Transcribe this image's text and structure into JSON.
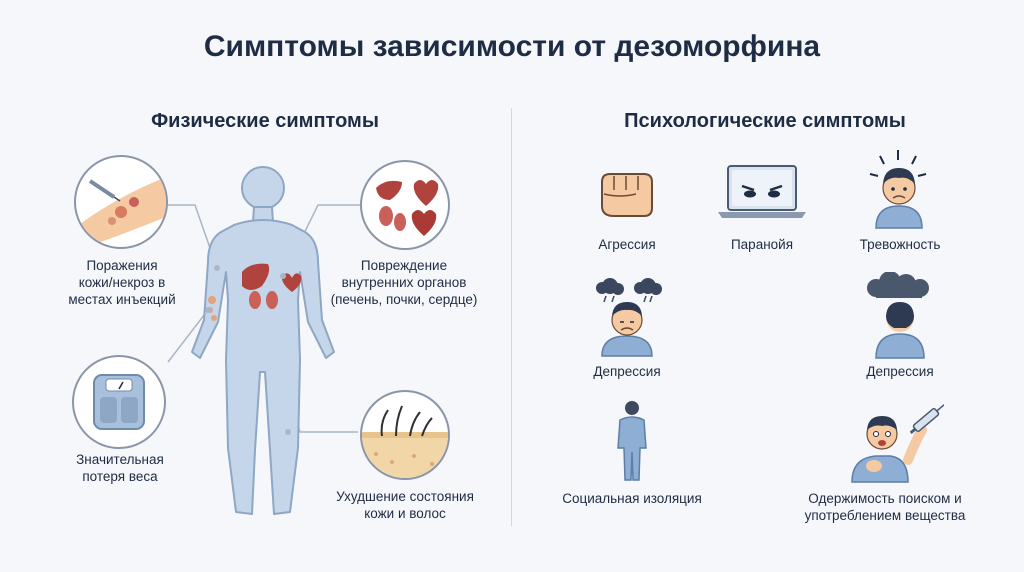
{
  "title": "Симптомы зависимости от дезоморфина",
  "physical": {
    "heading": "Физические симптомы",
    "skin_lesions": [
      "Поражения",
      "кожи/некроз в",
      "местах инъекций"
    ],
    "organ_damage": [
      "Повреждение",
      "внутренних органов",
      "(печень, почки, сердце)"
    ],
    "weight_loss": [
      "Значительная",
      "потеря веса"
    ],
    "skin_hair": [
      "Ухудшение состояния",
      "кожи и волос"
    ]
  },
  "psychological": {
    "heading": "Психологические симптомы",
    "aggression": "Агрессия",
    "paranoia": "Паранойя",
    "anxiety": "Тревожность",
    "depression_1": "Депрессия",
    "depression_2": "Депрессия",
    "isolation": "Социальная изоляция",
    "obsession": [
      "Одержимость поиском и",
      "употреблением вещества"
    ]
  },
  "colors": {
    "body": "#c5d6ea",
    "body_outline": "#8ea7c4",
    "connector": "#a9b6c6",
    "skin": "#f5c9a2",
    "organ": "#b0433d",
    "shirt": "#8faed3"
  }
}
